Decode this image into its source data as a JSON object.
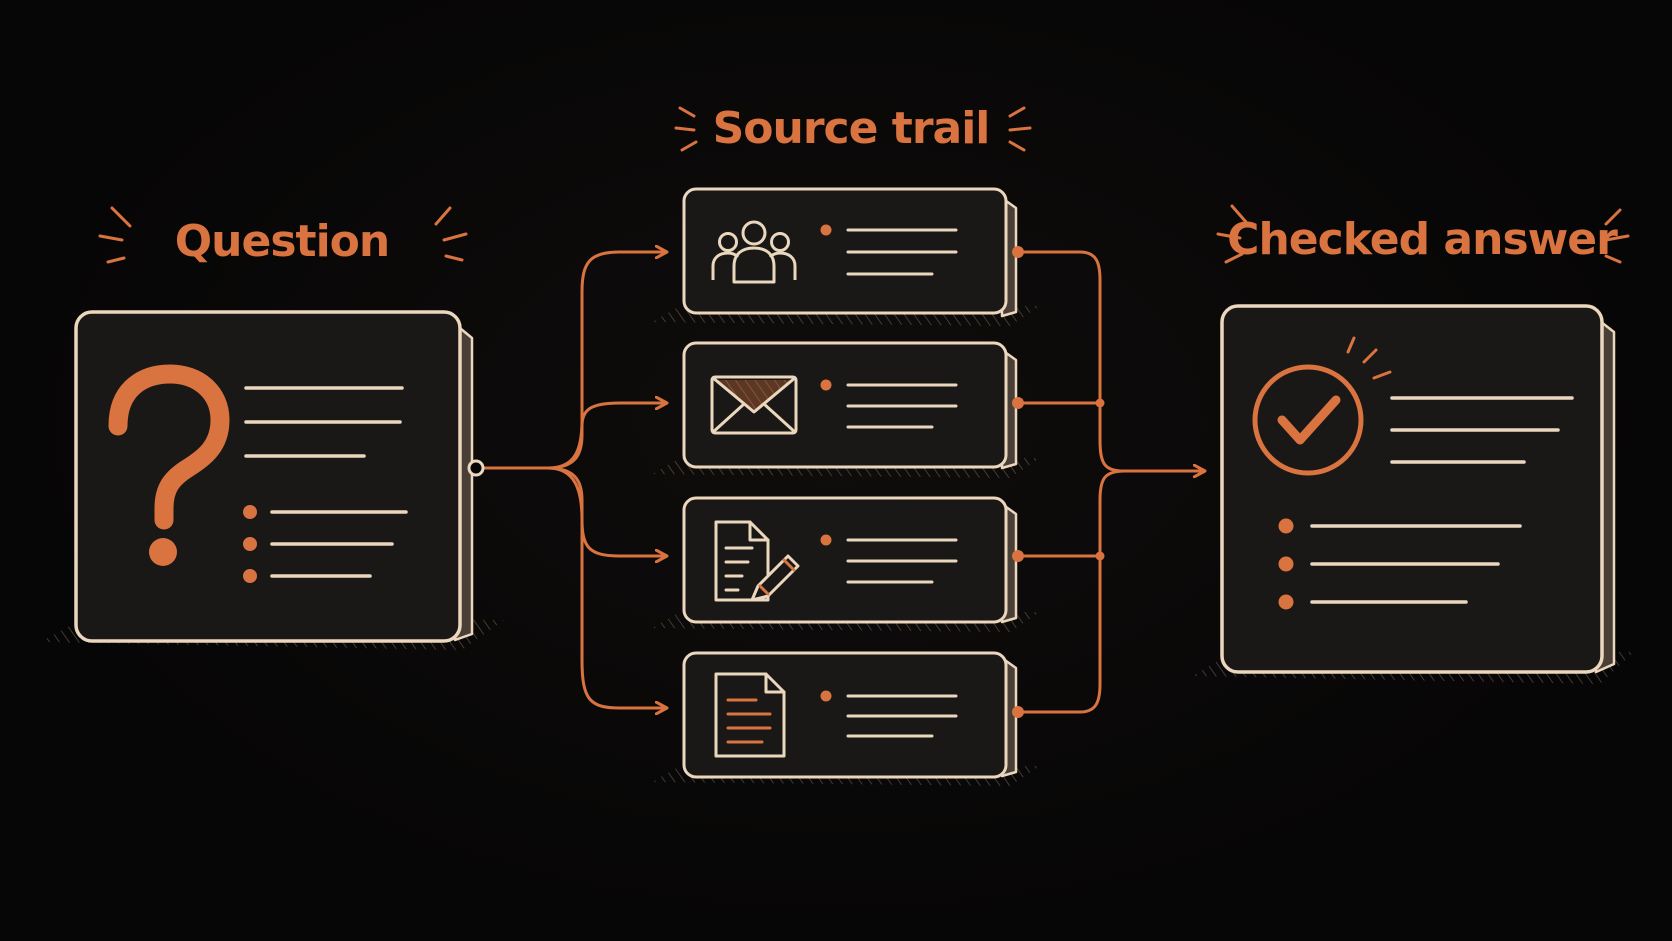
{
  "diagram": {
    "headings": {
      "question": "Question",
      "sources": "Source trail",
      "answer": "Checked answer"
    },
    "sources": [
      {
        "icon": "people-icon"
      },
      {
        "icon": "envelope-icon"
      },
      {
        "icon": "document-edit-icon"
      },
      {
        "icon": "document-icon"
      }
    ]
  },
  "colors": {
    "accent": "#d9733f",
    "outline": "#ead7bd",
    "card_fill": "#1a1816",
    "background": "#070606"
  }
}
